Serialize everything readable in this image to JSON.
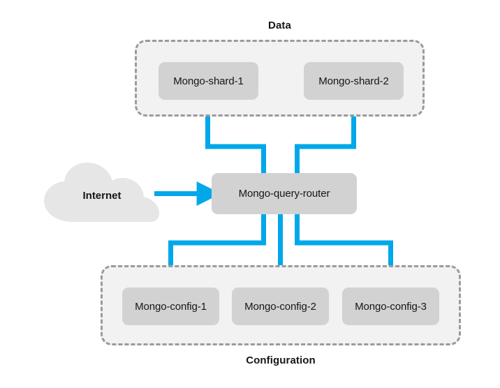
{
  "diagram": {
    "title_data": "Data",
    "title_configuration": "Configuration",
    "colors": {
      "connector": "#00a8ea",
      "node_fill": "#d2d2d2",
      "group_fill": "#f2f2f2",
      "group_border": "#9a9a9e",
      "cloud_fill": "#e6e6e6",
      "background": "#ffffff",
      "text": "#161616"
    },
    "groups": [
      {
        "id": "data",
        "caption": "Data",
        "caption_position": "top",
        "nodes": [
          {
            "id": "shard-1",
            "label": "Mongo-shard-1"
          },
          {
            "id": "shard-2",
            "label": "Mongo-shard-2"
          }
        ]
      },
      {
        "id": "configuration",
        "caption": "Configuration",
        "caption_position": "bottom",
        "nodes": [
          {
            "id": "config-1",
            "label": "Mongo-config-1"
          },
          {
            "id": "config-2",
            "label": "Mongo-config-2"
          },
          {
            "id": "config-3",
            "label": "Mongo-config-3"
          }
        ]
      }
    ],
    "cloud": {
      "id": "internet",
      "label": "Internet"
    },
    "router": {
      "id": "query-router",
      "label": "Mongo-query-router"
    },
    "connections": [
      {
        "from": "internet",
        "to": "query-router",
        "style": "arrow"
      },
      {
        "from": "shard-1",
        "to": "query-router",
        "style": "elbow"
      },
      {
        "from": "shard-2",
        "to": "query-router",
        "style": "elbow"
      },
      {
        "from": "query-router",
        "to": "config-1",
        "style": "elbow"
      },
      {
        "from": "query-router",
        "to": "config-2",
        "style": "straight"
      },
      {
        "from": "query-router",
        "to": "config-3",
        "style": "elbow"
      }
    ]
  }
}
